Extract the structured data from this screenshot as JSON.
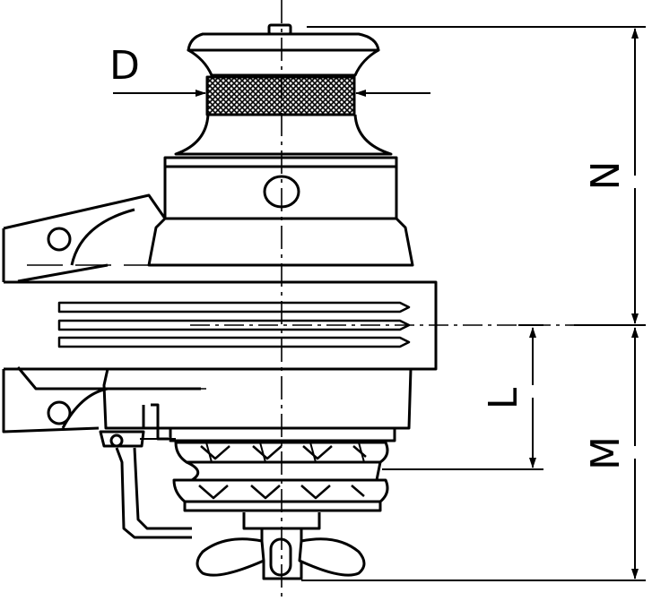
{
  "drawing": {
    "subject": "windlass",
    "dimension_labels": {
      "D": "D",
      "N": "N",
      "L": "L",
      "M": "M"
    }
  },
  "colors": {
    "line": "#000000",
    "background": "#ffffff"
  }
}
